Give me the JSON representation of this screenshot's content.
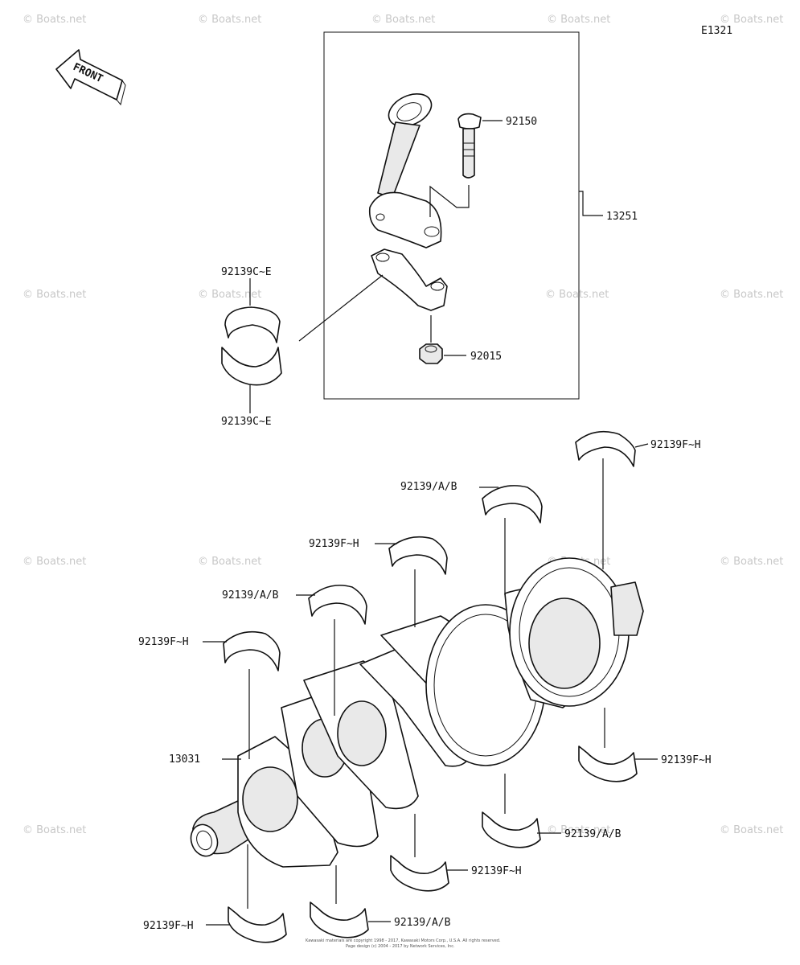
{
  "diagram_code": "E1321",
  "front_label": "FRONT",
  "watermark": "© Boats.net",
  "copyright_lines": [
    "Kawasaki materials are copyright 1998 - 2017, Kawasaki Motors Corp., U.S.A. All rights reserved.",
    "Page design (c) 2004 - 2017 by Network Services, Inc."
  ],
  "parts": {
    "p92150": "92150",
    "p13251": "13251",
    "p92139c_top": "92139C~E",
    "p92139c_bot": "92139C~E",
    "p92015": "92015",
    "p92139fh_r1": "92139F~H",
    "p92139ab_1": "92139/A/B",
    "p92139fh_2": "92139F~H",
    "p92139ab_3": "92139/A/B",
    "p92139fh_4": "92139F~H",
    "p13031": "13031",
    "p92139fh_r2": "92139F~H",
    "p92139ab_5": "92139/A/B",
    "p92139fh_6": "92139F~H",
    "p92139fh_7": "92139F~H",
    "p92139ab_8": "92139/A/B"
  }
}
